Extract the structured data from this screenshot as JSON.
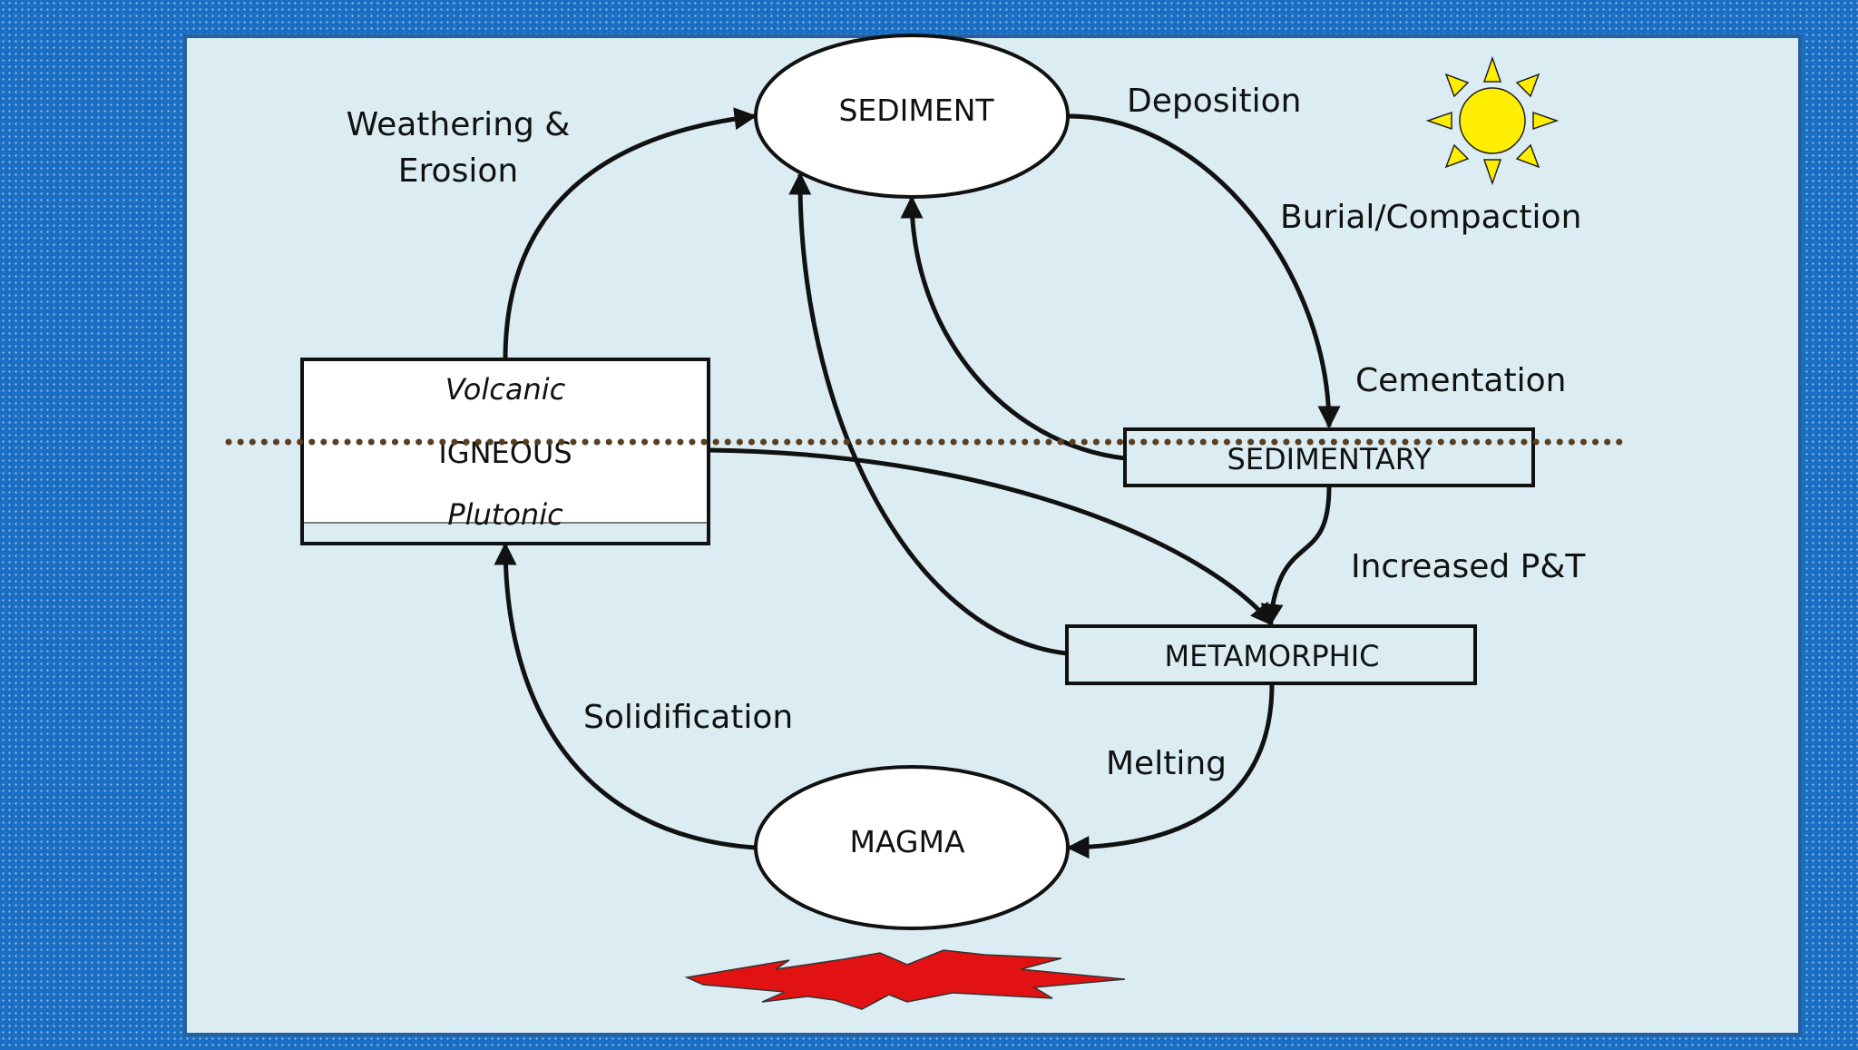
{
  "diagram": {
    "nodes": {
      "sediment": "SEDIMENT",
      "igneous": "IGNEOUS",
      "igneous_top": "Volcanic",
      "igneous_bottom": "Plutonic",
      "sedimentary": "SEDIMENTARY",
      "metamorphic": "METAMORPHIC",
      "magma": "MAGMA"
    },
    "processes": {
      "weathering_line1": "Weathering &",
      "weathering_line2": "Erosion",
      "deposition": "Deposition",
      "burial": "Burial/Compaction",
      "cementation": "Cementation",
      "increased_pt": "Increased P&T",
      "melting": "Melting",
      "solidification": "Solidification"
    },
    "icons": {
      "sun": "sun-icon",
      "heat": "heat-burst-icon"
    },
    "colors": {
      "panel_background": "#dbedf3",
      "outer_background": "#1a6fc4",
      "node_fill": "#ffffff",
      "stroke": "#111111",
      "surface_line": "#5a3e22",
      "sun": "#ffee00",
      "heat": "#e31212"
    }
  }
}
